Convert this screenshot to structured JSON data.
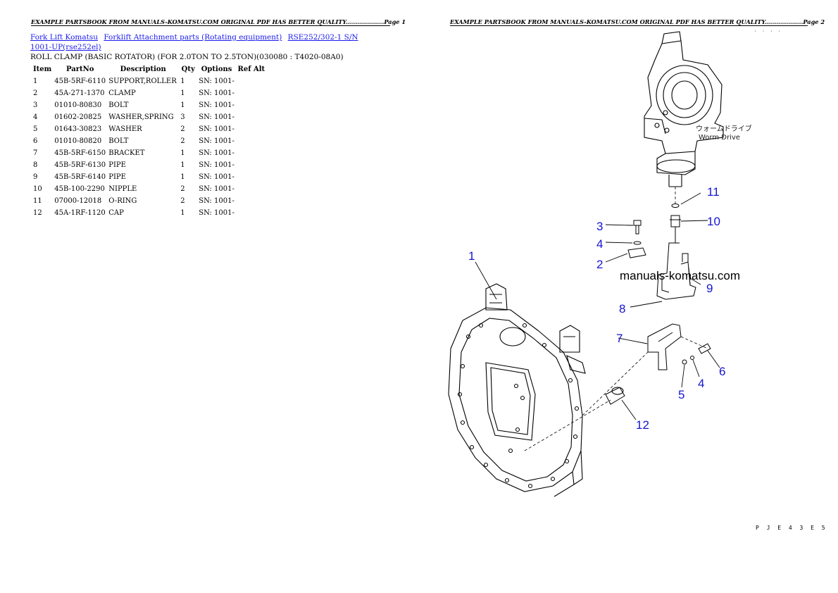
{
  "header": {
    "page1": "EXAMPLE PARTSBOOK FROM MANUALS-KOMATSU.COM ORIGINAL PDF HAS BETTER QUALITY...................Page 1",
    "page2": "EXAMPLE PARTSBOOK FROM MANUALS-KOMATSU.COM ORIGINAL PDF HAS BETTER QUALITY...................Page 2"
  },
  "breadcrumb": [
    {
      "label": "Fork Lift Komatsu"
    },
    {
      "label": "Forklift Attachment parts (Rotating equipment)"
    },
    {
      "label": "RSE252/302-1 S/N 1001-UP(rse252el)"
    }
  ],
  "subtitle": "ROLL CLAMP (BASIC ROTATOR) (FOR 2.0TON TO 2.5TON)(030080 : T4020-08A0)",
  "table": {
    "columns": [
      "Item",
      "PartNo",
      "Description",
      "Qty",
      "Options",
      "Ref Alt"
    ],
    "rows": [
      {
        "item": "1",
        "part_no": "45B-5RF-6110",
        "description": "SUPPORT,ROLLER",
        "qty": "1",
        "options": "SN: 1001-",
        "ref_alt": ""
      },
      {
        "item": "2",
        "part_no": "45A-271-1370",
        "description": "CLAMP",
        "qty": "1",
        "options": "SN: 1001-",
        "ref_alt": ""
      },
      {
        "item": "3",
        "part_no": "01010-80830",
        "description": "BOLT",
        "qty": "1",
        "options": "SN: 1001-",
        "ref_alt": ""
      },
      {
        "item": "4",
        "part_no": "01602-20825",
        "description": "WASHER,SPRING",
        "qty": "3",
        "options": "SN: 1001-",
        "ref_alt": ""
      },
      {
        "item": "5",
        "part_no": "01643-30823",
        "description": "WASHER",
        "qty": "2",
        "options": "SN: 1001-",
        "ref_alt": ""
      },
      {
        "item": "6",
        "part_no": "01010-80820",
        "description": "BOLT",
        "qty": "2",
        "options": "SN: 1001-",
        "ref_alt": ""
      },
      {
        "item": "7",
        "part_no": "45B-5RF-6150",
        "description": "BRACKET",
        "qty": "1",
        "options": "SN: 1001-",
        "ref_alt": ""
      },
      {
        "item": "8",
        "part_no": "45B-5RF-6130",
        "description": "PIPE",
        "qty": "1",
        "options": "SN: 1001-",
        "ref_alt": ""
      },
      {
        "item": "9",
        "part_no": "45B-5RF-6140",
        "description": "PIPE",
        "qty": "1",
        "options": "SN: 1001-",
        "ref_alt": ""
      },
      {
        "item": "10",
        "part_no": "45B-100-2290",
        "description": "NIPPLE",
        "qty": "2",
        "options": "SN: 1001-",
        "ref_alt": ""
      },
      {
        "item": "11",
        "part_no": "07000-12018",
        "description": "O-RING",
        "qty": "2",
        "options": "SN: 1001-",
        "ref_alt": ""
      },
      {
        "item": "12",
        "part_no": "45A-1RF-1120",
        "description": "CAP",
        "qty": "1",
        "options": "SN: 1001-",
        "ref_alt": ""
      }
    ]
  },
  "diagram": {
    "callouts": [
      "1",
      "2",
      "3",
      "4",
      "4",
      "5",
      "6",
      "7",
      "8",
      "9",
      "10",
      "11",
      "12"
    ],
    "jp_label": "ウォームドライブ",
    "en_label": "Worm Drive",
    "watermark": "manuals-komatsu.com",
    "top_code": "· · · ·",
    "page_code": "P J E 4 3 E 5",
    "callout_color": "#1515d0"
  }
}
